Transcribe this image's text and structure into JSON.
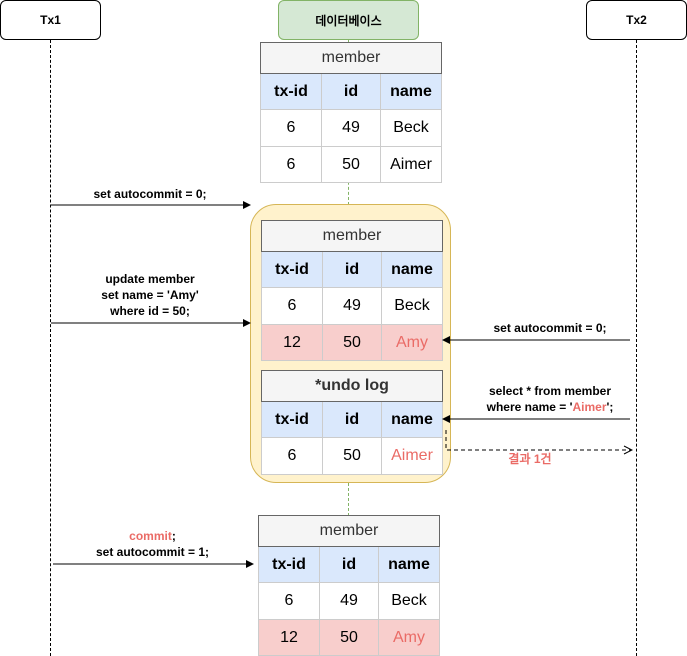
{
  "actors": {
    "tx1": "Tx1",
    "db": "데이터베이스",
    "tx2": "Tx2"
  },
  "tables": {
    "t1": {
      "title": "member",
      "headers": [
        "tx-id",
        "id",
        "name"
      ],
      "rows": [
        [
          "6",
          "49",
          "Beck"
        ],
        [
          "6",
          "50",
          "Aimer"
        ]
      ]
    },
    "t2": {
      "title": "member",
      "headers": [
        "tx-id",
        "id",
        "name"
      ],
      "rows": [
        [
          "6",
          "49",
          "Beck"
        ],
        [
          "12",
          "50",
          "Amy"
        ]
      ]
    },
    "undo": {
      "title": "*undo log",
      "headers": [
        "tx-id",
        "id",
        "name"
      ],
      "rows": [
        [
          "6",
          "50",
          "Aimer"
        ]
      ]
    },
    "t3": {
      "title": "member",
      "headers": [
        "tx-id",
        "id",
        "name"
      ],
      "rows": [
        [
          "6",
          "49",
          "Beck"
        ],
        [
          "12",
          "50",
          "Amy"
        ]
      ]
    }
  },
  "messages": {
    "m1": "set autocommit = 0;",
    "m2": [
      "update member",
      "set name = 'Amy'",
      "where id = 50;"
    ],
    "m3": "set autocommit = 0;",
    "m4": {
      "line1": "select * from member",
      "line2_pre": "where name = '",
      "line2_value": "Aimer",
      "line2_post": "';"
    },
    "result": "결과 1건",
    "m5": {
      "commit": "commit",
      "commit_post": ";",
      "line2": "set autocommit = 1;"
    }
  },
  "colors": {
    "highlight": "#f8cecc",
    "header": "#dae8fc",
    "group": "#fff2cc",
    "db": "#d5e8d4",
    "red_text": "#ea6b66"
  }
}
